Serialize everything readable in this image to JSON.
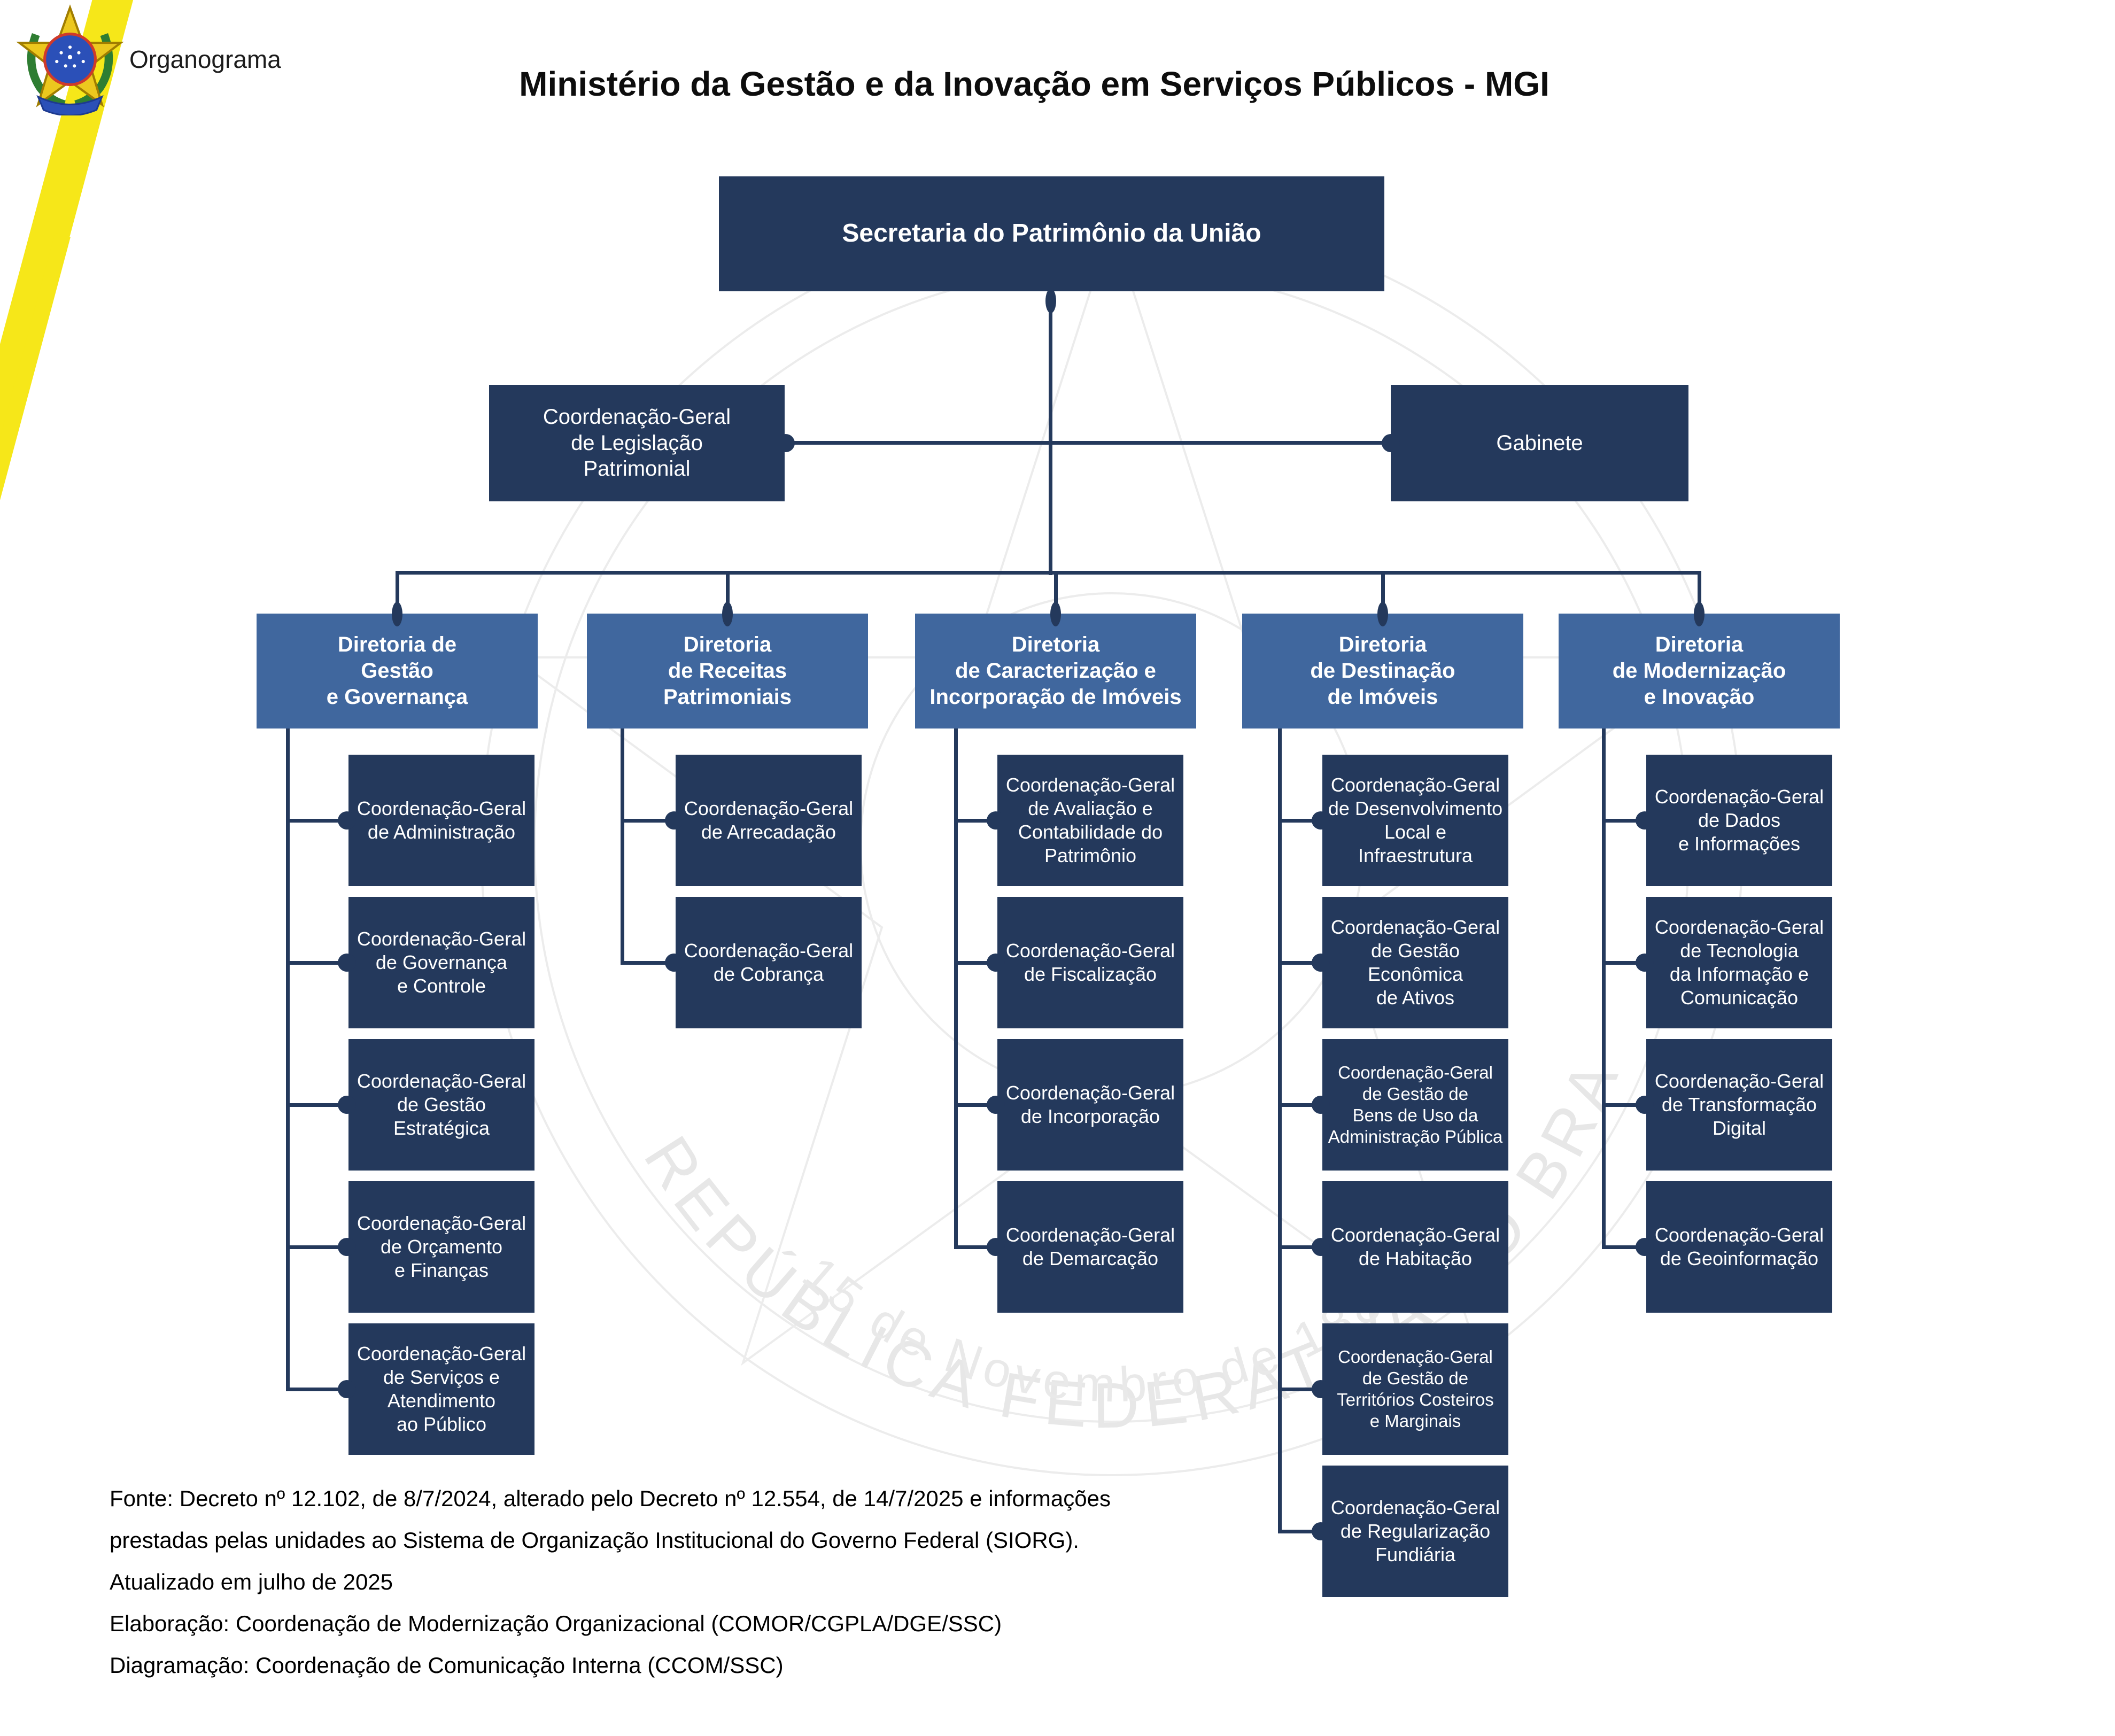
{
  "header": {
    "logo_label": "Organograma",
    "title": "Ministério da Gestão e da Inovação em Serviços Públicos - MGI"
  },
  "root": {
    "label": "Secretaria do Patrimônio da União"
  },
  "staff": [
    {
      "label": "Coordenação-Geral\nde Legislação\nPatrimonial"
    },
    {
      "label": "Gabinete"
    }
  ],
  "directorates": [
    {
      "label": "Diretoria de\nGestão\ne Governança",
      "children": [
        {
          "label": "Coordenação-Geral\nde Administração"
        },
        {
          "label": "Coordenação-Geral\nde Governança\ne Controle"
        },
        {
          "label": "Coordenação-Geral\nde Gestão\nEstratégica"
        },
        {
          "label": "Coordenação-Geral\nde Orçamento\ne Finanças"
        },
        {
          "label": "Coordenação-Geral\nde Serviços e\nAtendimento\nao Público"
        }
      ]
    },
    {
      "label": "Diretoria\nde Receitas\nPatrimoniais",
      "children": [
        {
          "label": "Coordenação-Geral\nde Arrecadação"
        },
        {
          "label": "Coordenação-Geral\nde Cobrança"
        }
      ]
    },
    {
      "label": "Diretoria\nde Caracterização e\nIncorporação de Imóveis",
      "children": [
        {
          "label": "Coordenação-Geral\nde Avaliação e\nContabilidade do\nPatrimônio"
        },
        {
          "label": "Coordenação-Geral\nde Fiscalização"
        },
        {
          "label": "Coordenação-Geral\nde Incorporação"
        },
        {
          "label": "Coordenação-Geral\nde Demarcação"
        }
      ]
    },
    {
      "label": "Diretoria\nde Destinação\nde Imóveis",
      "children": [
        {
          "label": "Coordenação-Geral\nde Desenvolvimento\nLocal e\nInfraestrutura"
        },
        {
          "label": "Coordenação-Geral\nde Gestão\nEconômica\nde Ativos"
        },
        {
          "label": "Coordenação-Geral\nde Gestão de\nBens de Uso da\nAdministração Pública"
        },
        {
          "label": "Coordenação-Geral\nde Habitação"
        },
        {
          "label": "Coordenação-Geral\nde Gestão de\nTerritórios Costeiros\ne Marginais"
        },
        {
          "label": "Coordenação-Geral\nde Regularização\nFundiária"
        }
      ]
    },
    {
      "label": "Diretoria\nde Modernização\ne Inovação",
      "children": [
        {
          "label": "Coordenação-Geral\nde Dados\ne Informações"
        },
        {
          "label": "Coordenação-Geral\nde Tecnologia\nda Informação e\nComunicação"
        },
        {
          "label": "Coordenação-Geral\nde Transformação\nDigital"
        },
        {
          "label": "Coordenação-Geral\nde Geoinformação"
        }
      ]
    }
  ],
  "footer": {
    "lines": [
      "Fonte: Decreto nº 12.102, de 8/7/2024, alterado pelo Decreto nº 12.554, de 14/7/2025 e informações",
      "prestadas pelas unidades ao Sistema de Organização Institucional do Governo Federal (SIORG).",
      "Atualizado em julho de 2025",
      "Elaboração: Coordenação de Modernização Organizacional (COMOR/CGPLA/DGE/SSC)",
      "Diagramação: Coordenação de Comunicação Interna (CCOM/SSC)"
    ]
  },
  "watermark": {
    "arc_text_1": "REPÚBLICA FEDERATIVA DO BRASIL",
    "arc_text_2": "15 de Novembro de 1889"
  },
  "colors": {
    "box_dark": "#24395c",
    "box_medium": "#40679e",
    "line": "#24395c",
    "stripe_yellow": "#f6e719"
  }
}
